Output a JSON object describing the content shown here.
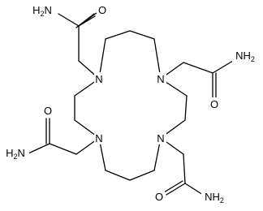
{
  "atoms": {
    "n1": "N",
    "n2": "N",
    "n3": "N",
    "n4": "N",
    "amide_tl_o": "O",
    "amide_tl_nh2": "H2N",
    "amide_tr_o": "O",
    "amide_tr_nh2": "NH2",
    "amide_bl_o": "O",
    "amide_bl_nh2": "H2N",
    "amide_br_o": "O",
    "amide_br_nh2": "NH2"
  }
}
